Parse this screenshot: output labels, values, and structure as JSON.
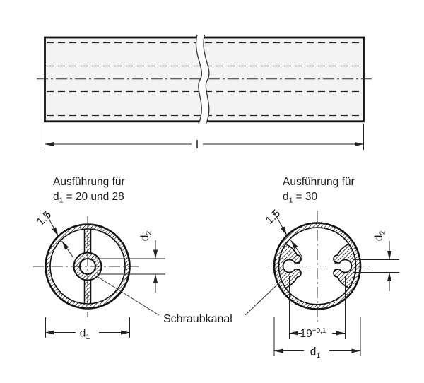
{
  "colors": {
    "line": "#1a1a1a",
    "thin": "#333333",
    "tube_fill": "#f3f3f3"
  },
  "tube_view": {
    "length_label": "l"
  },
  "sections": {
    "left": {
      "title1": "Ausführung für",
      "title2_base": "d",
      "title2_sub": "1",
      "title2_rest": "= 20 und 28",
      "wall": "1,5",
      "d1_base": "d",
      "d1_sub": "1",
      "d2_base": "d",
      "d2_sub": "2"
    },
    "right": {
      "title1": "Ausführung für",
      "title2_base": "d",
      "title2_sub": "1",
      "title2_rest": "= 30",
      "wall": "1,5",
      "dist_base": "19",
      "dist_tol": "+0,1",
      "d1_base": "d",
      "d1_sub": "1",
      "d2_base": "d",
      "d2_sub": "2"
    }
  },
  "callout": {
    "label": "Schraubkanal"
  }
}
